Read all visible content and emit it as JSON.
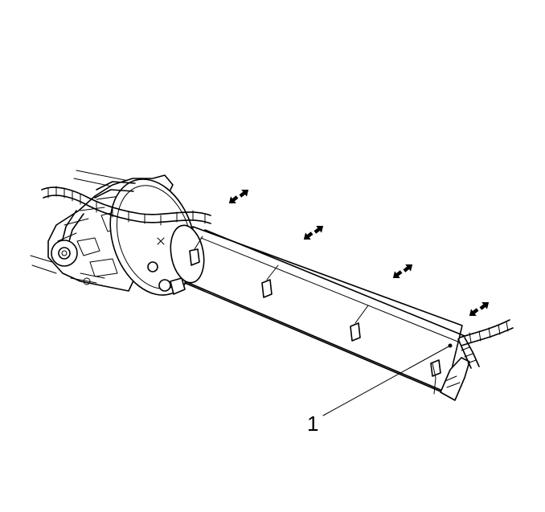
{
  "callouts": [
    {
      "id": "1",
      "label": "1"
    }
  ],
  "colors": {
    "line": "#000000",
    "background": "#ffffff"
  },
  "arrow_count": 4
}
